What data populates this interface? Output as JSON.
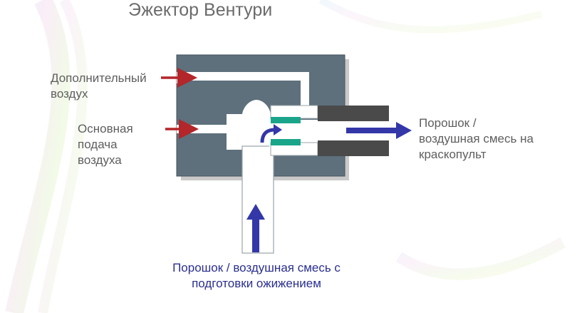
{
  "title": "Эжектор Вентури",
  "labels": {
    "extra_air": "Дополнительный\nвоздух",
    "main_air": "Основная\nподача\nвоздуха",
    "output": "Порошок /\nвоздушная смесь на\nкраскопульт",
    "input_powder": "Порошок / воздушная смесь с\nподготовки ожижением"
  },
  "colors": {
    "body": "#5d707c",
    "channel": "#ffffff",
    "nozzle": "#1aa58a",
    "hose": "#4a4a4a",
    "air_arrow": "#b3262a",
    "flow_arrow": "#3337a8",
    "text": "#5e5e5e",
    "bottom_text": "#2a2f8f"
  }
}
